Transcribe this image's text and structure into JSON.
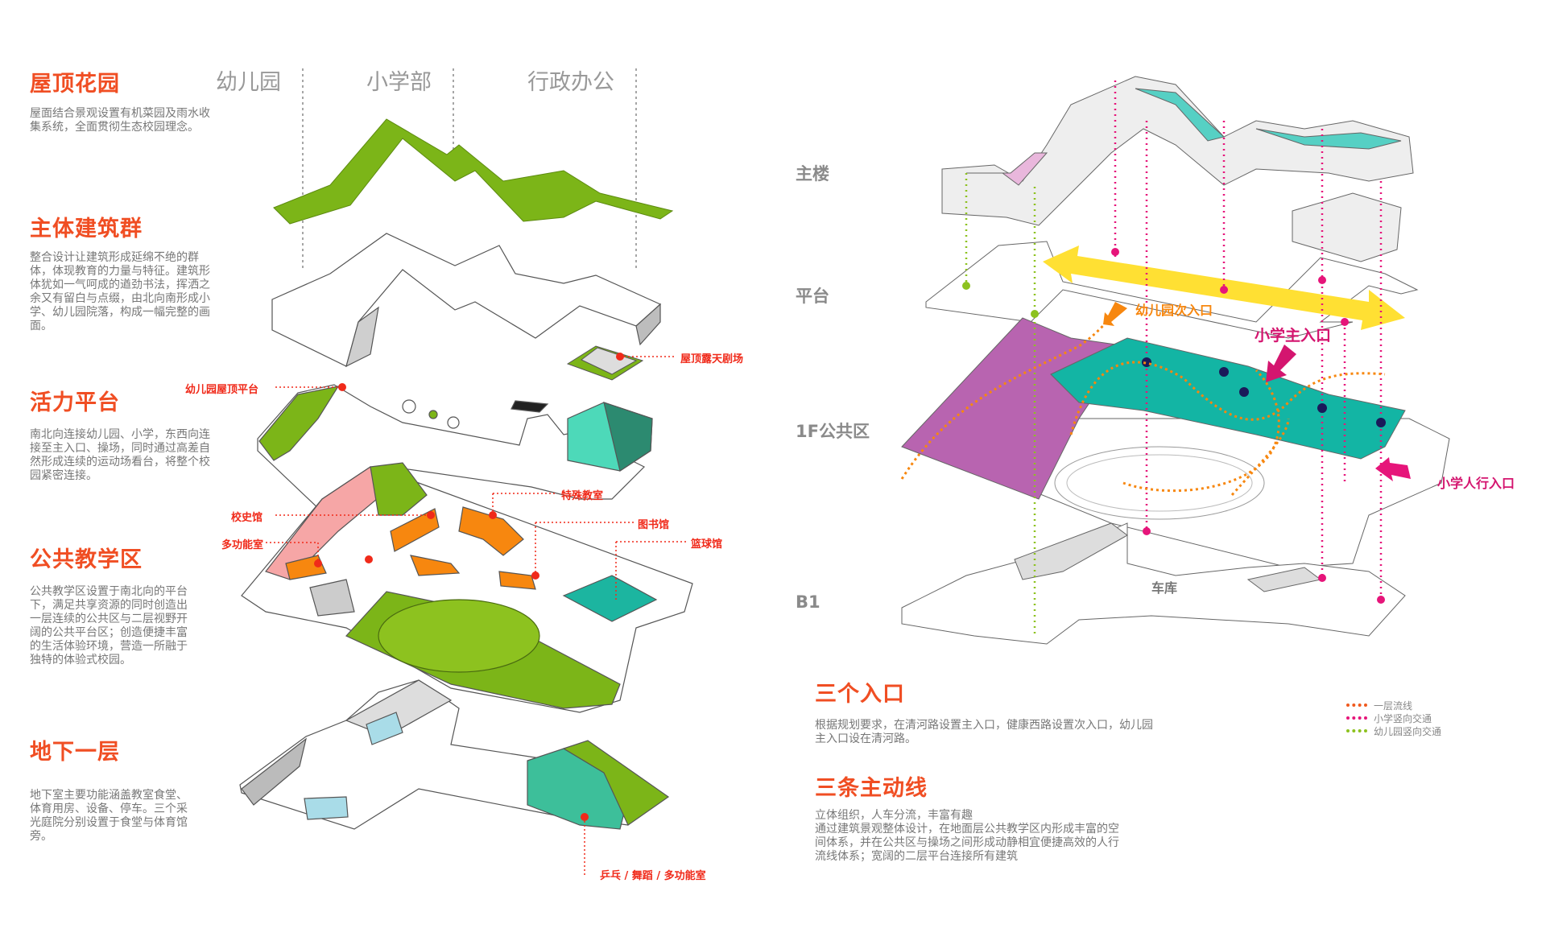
{
  "left_sections": [
    {
      "title": "屋顶花园",
      "desc": "屋面结合景观设置有机菜园及雨水收集系统，全面贯彻生态校园理念。"
    },
    {
      "title": "主体建筑群",
      "desc": "整合设计让建筑形成延绵不绝的群体，体现教育的力量与特征。建筑形体犹如一气呵成的遒劲书法，挥洒之余又有留白与点缀，由北向南形成小学、幼儿园院落，构成一幅完整的画面。"
    },
    {
      "title": "活力平台",
      "desc": "南北向连接幼儿园、小学，东西向连接至主入口、操场，同时通过高差自然形成连续的运动场看台，将整个校园紧密连接。"
    },
    {
      "title": "公共教学区",
      "desc": "公共教学区设置于南北向的平台下，满足共享资源的同时创造出一层连续的公共区与二层视野开阔的公共平台区；创造便捷丰富的生活体验环境，营造一所融于独特的体验式校园。"
    },
    {
      "title": "地下一层",
      "desc": "地下室主要功能涵盖教室食堂、体育用房、设备、停车。三个采光庭院分别设置于食堂与体育馆旁。"
    }
  ],
  "column_headers": [
    "幼儿园",
    "小学部",
    "行政办公"
  ],
  "callouts": {
    "rooftop_theater": "屋顶露天剧场",
    "kindergarten_roof_platform": "幼儿园屋顶平台",
    "school_history_hall": "校史馆",
    "multi_function_room": "多功能室",
    "special_classroom": "特殊教室",
    "library": "图书馆",
    "basketball_hall": "篮球馆",
    "pingpong_dance": "乒乓 / 舞蹈 / 多功能室"
  },
  "right_layers": [
    "主楼",
    "平台",
    "1F公共区",
    "B1"
  ],
  "right_callouts": {
    "kindergarten_secondary_entrance": "幼儿园次入口",
    "primary_main_entrance": "小学主入口",
    "primary_pedestrian_entrance": "小学人行入口",
    "garage": "车库"
  },
  "right_sections": [
    {
      "title": "三个入口",
      "desc": "根据规划要求，在清河路设置主入口，健康西路设置次入口，幼儿园主入口设在清河路。"
    },
    {
      "title": "三条主动线",
      "desc": "立体组织，人车分流，丰富有趣\n通过建筑景观整体设计，在地面层公共教学区内形成丰富的空间体系，并在公共区与操场之间形成动静相宜便捷高效的人行流线体系；宽阔的二层平台连接所有建筑"
    }
  ],
  "legend": [
    {
      "label": "一层流线",
      "color": "#f05a1e"
    },
    {
      "label": "小学竖向交通",
      "color": "#e6157a"
    },
    {
      "label": "幼儿园竖向交通",
      "color": "#8dc21f"
    }
  ],
  "colors": {
    "accent": "#f04e23",
    "green": "#7cb518",
    "teal": "#13b5a4",
    "purple": "#b864b0",
    "orange": "#f7870f",
    "yellow": "#ffe033",
    "magenta": "#e6157a"
  }
}
